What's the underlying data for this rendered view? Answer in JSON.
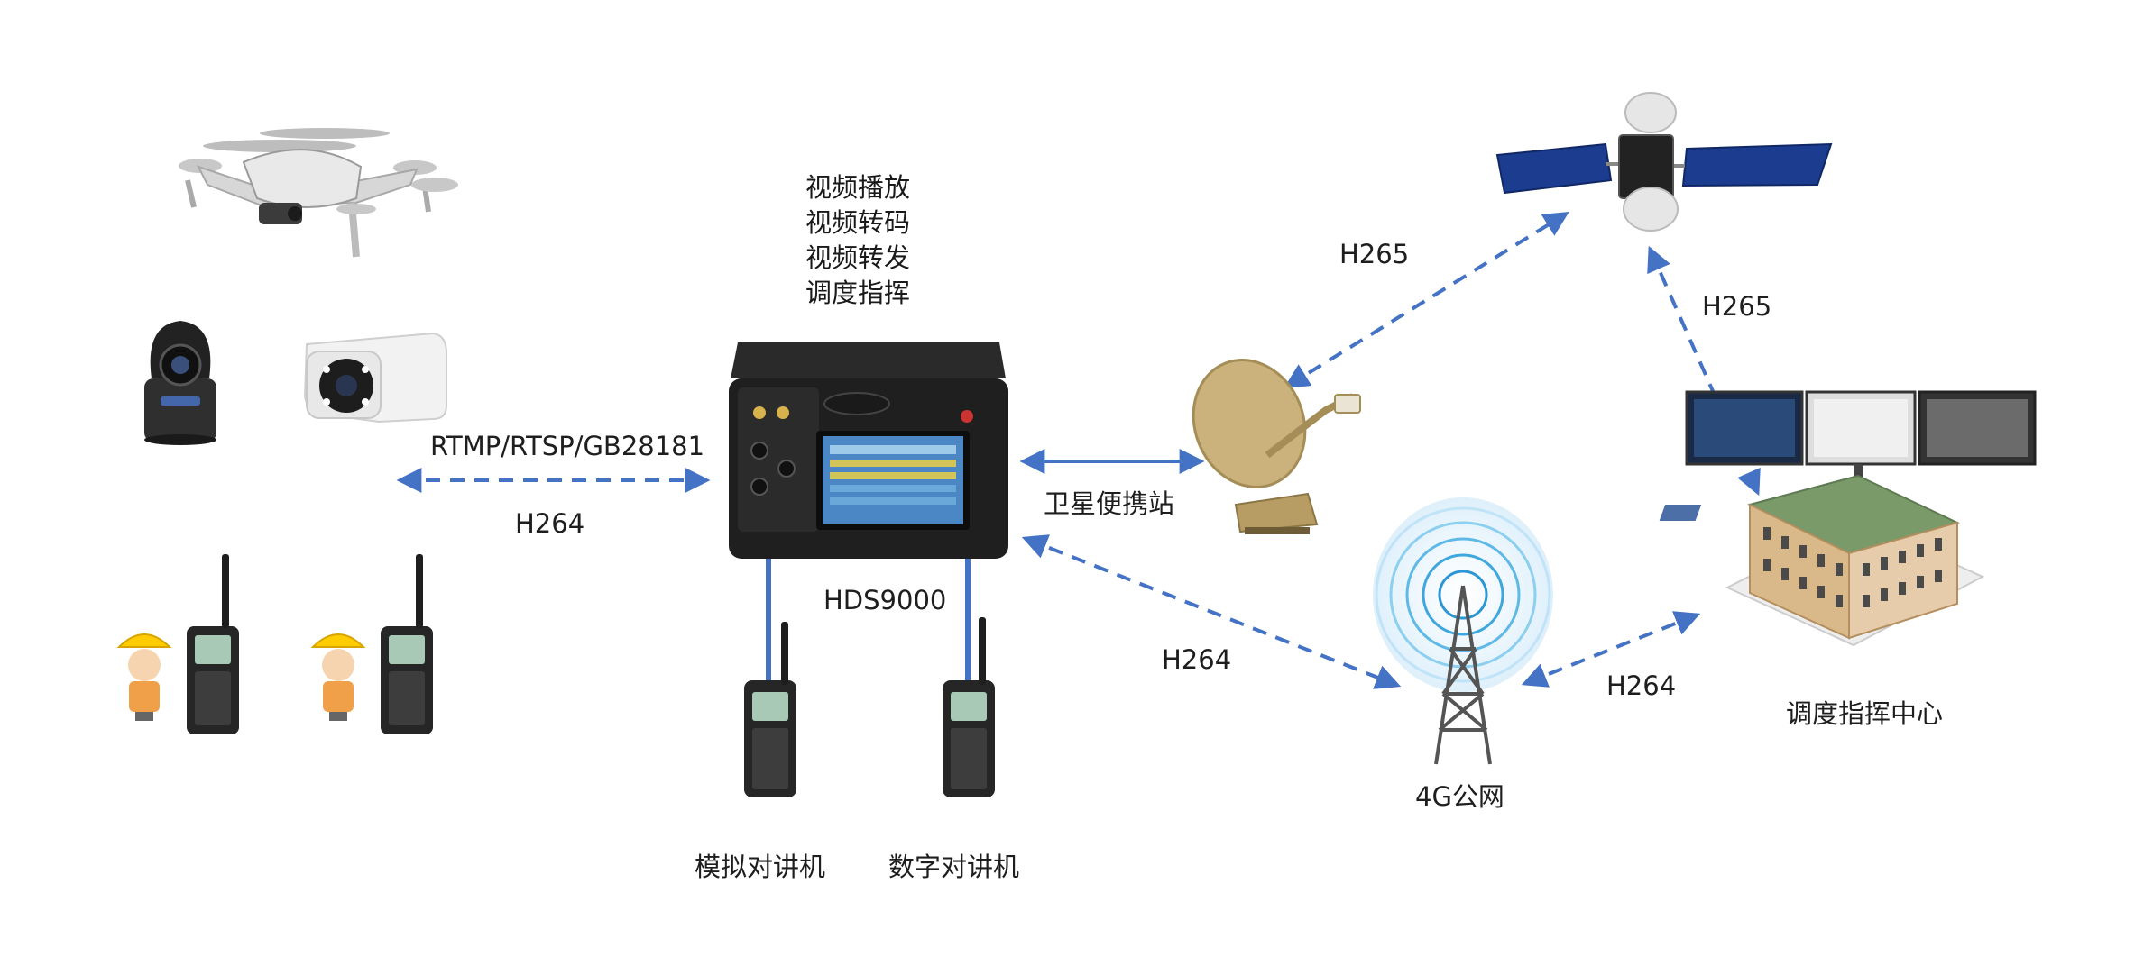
{
  "colors": {
    "link": "#4472c4",
    "background": "#ffffff"
  },
  "hub": {
    "name": "HDS9000",
    "functions": [
      "视频播放",
      "视频转码",
      "视频转发",
      "调度指挥"
    ]
  },
  "links": {
    "sources_protocol": "RTMP/RTSP/GB28181",
    "sources_codec": "H264",
    "hub_to_terminal": "卫星便携站",
    "terminal_to_satellite": "H265",
    "satellite_to_center": "H265",
    "hub_to_4g": "H264",
    "4g_to_center": "H264"
  },
  "nodes": {
    "satellite_terminal": "卫星便携站",
    "network_4g": "4G公网",
    "command_center": "调度指挥中心",
    "analog_radio": "模拟对讲机",
    "digital_radio": "数字对讲机"
  },
  "icons": [
    "drone-icon",
    "ptz-camera-icon",
    "bullet-camera-icon",
    "worker-radio-icon",
    "hds9000-case-icon",
    "radio-icon",
    "satellite-dish-icon",
    "satellite-icon",
    "cell-tower-icon",
    "command-center-building-icon",
    "monitor-wall-icon"
  ]
}
